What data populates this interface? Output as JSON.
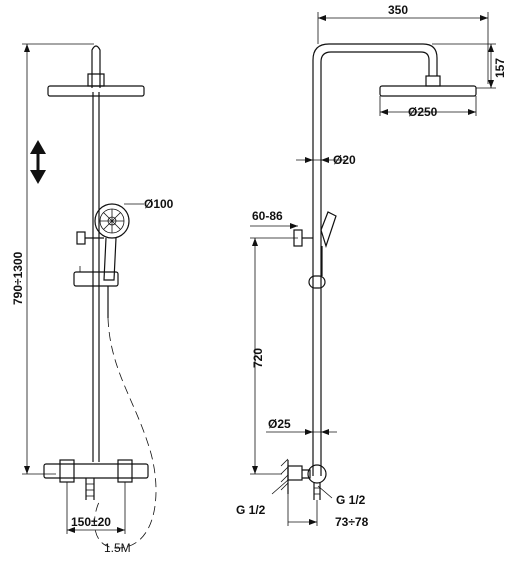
{
  "front_view": {
    "height_range": "790÷1300",
    "handshower_diameter": "Ø100",
    "valve_spacing": "150±20",
    "hose_length": "1.5M",
    "adjust_arrow_icon": "double-arrow-vertical-icon"
  },
  "side_view": {
    "arm_length": "350",
    "head_drop": "157",
    "head_diameter": "Ø250",
    "pipe_diameter_upper": "Ø20",
    "holder_range": "60-86",
    "bracket_height": "720",
    "pipe_diameter_lower": "Ø25",
    "inlet_thread_left": "G 1/2",
    "inlet_thread_right": "G 1/2",
    "wall_offset": "73÷78"
  }
}
